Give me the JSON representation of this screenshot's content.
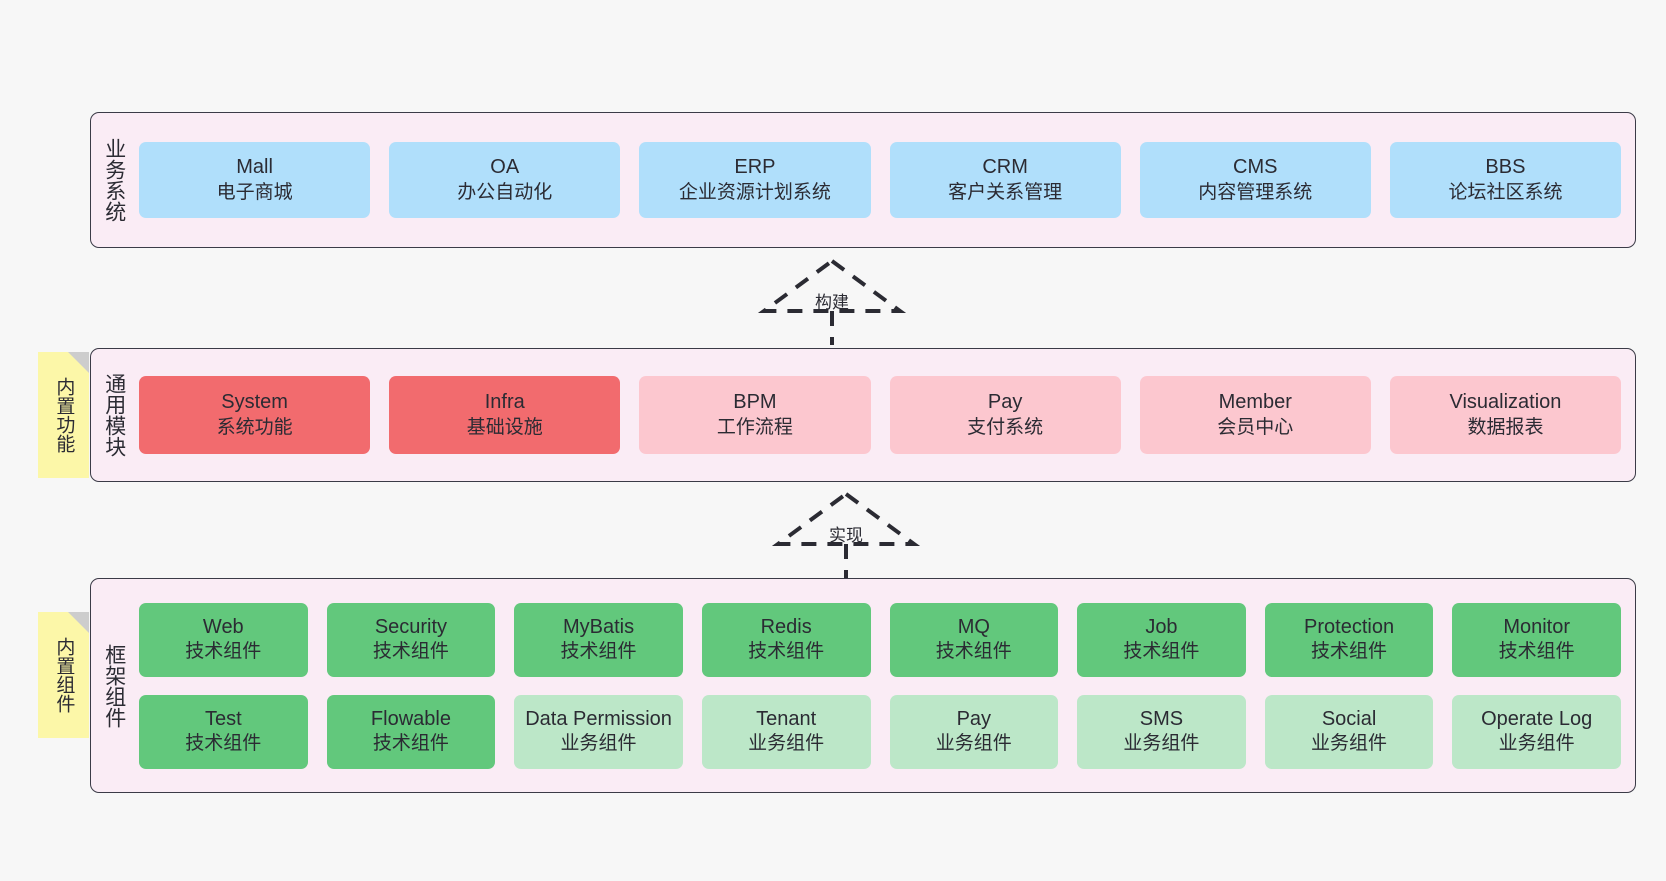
{
  "diagram": {
    "background_color": "#f7f7f7",
    "layers": [
      {
        "id": "business",
        "title": "业务系统",
        "panel_color": "#faecf5",
        "rows": [
          {
            "cards": [
              {
                "en": "Mall",
                "cn": "电子商城",
                "color": "#b0dffb",
                "style": "c-blue"
              },
              {
                "en": "OA",
                "cn": "办公自动化",
                "color": "#b0dffb",
                "style": "c-blue"
              },
              {
                "en": "ERP",
                "cn": "企业资源计划系统",
                "color": "#b0dffb",
                "style": "c-blue"
              },
              {
                "en": "CRM",
                "cn": "客户关系管理",
                "color": "#b0dffb",
                "style": "c-blue"
              },
              {
                "en": "CMS",
                "cn": "内容管理系统",
                "color": "#b0dffb",
                "style": "c-blue"
              },
              {
                "en": "BBS",
                "cn": "论坛社区系统",
                "color": "#b0dffb",
                "style": "c-blue"
              }
            ]
          }
        ]
      },
      {
        "id": "common",
        "title": "通用模块",
        "panel_color": "#faecf5",
        "note": {
          "text": "内置功能",
          "color": "#fcf7a8"
        },
        "rows": [
          {
            "cards": [
              {
                "en": "System",
                "cn": "系统功能",
                "color": "#f26b6e",
                "style": "c-red"
              },
              {
                "en": "Infra",
                "cn": "基础设施",
                "color": "#f26b6e",
                "style": "c-red"
              },
              {
                "en": "BPM",
                "cn": "工作流程",
                "color": "#fcc7cf",
                "style": "c-pink"
              },
              {
                "en": "Pay",
                "cn": "支付系统",
                "color": "#fcc7cf",
                "style": "c-pink"
              },
              {
                "en": "Member",
                "cn": "会员中心",
                "color": "#fcc7cf",
                "style": "c-pink"
              },
              {
                "en": "Visualization",
                "cn": "数据报表",
                "color": "#fcc7cf",
                "style": "c-pink"
              }
            ]
          }
        ]
      },
      {
        "id": "framework",
        "title": "框架组件",
        "panel_color": "#faecf5",
        "note": {
          "text": "内置组件",
          "color": "#fcf7a8"
        },
        "rows": [
          {
            "cards": [
              {
                "en": "Web",
                "cn": "技术组件",
                "color": "#62c87c",
                "style": "c-green"
              },
              {
                "en": "Security",
                "cn": "技术组件",
                "color": "#62c87c",
                "style": "c-green"
              },
              {
                "en": "MyBatis",
                "cn": "技术组件",
                "color": "#62c87c",
                "style": "c-green"
              },
              {
                "en": "Redis",
                "cn": "技术组件",
                "color": "#62c87c",
                "style": "c-green"
              },
              {
                "en": "MQ",
                "cn": "技术组件",
                "color": "#62c87c",
                "style": "c-green"
              },
              {
                "en": "Job",
                "cn": "技术组件",
                "color": "#62c87c",
                "style": "c-green"
              },
              {
                "en": "Protection",
                "cn": "技术组件",
                "color": "#62c87c",
                "style": "c-green"
              },
              {
                "en": "Monitor",
                "cn": "技术组件",
                "color": "#62c87c",
                "style": "c-green"
              }
            ]
          },
          {
            "cards": [
              {
                "en": "Test",
                "cn": "技术组件",
                "color": "#62c87c",
                "style": "c-green"
              },
              {
                "en": "Flowable",
                "cn": "技术组件",
                "color": "#62c87c",
                "style": "c-green"
              },
              {
                "en": "Data Permission",
                "cn": "业务组件",
                "color": "#bce7c8",
                "style": "c-greenlight"
              },
              {
                "en": "Tenant",
                "cn": "业务组件",
                "color": "#bce7c8",
                "style": "c-greenlight"
              },
              {
                "en": "Pay",
                "cn": "业务组件",
                "color": "#bce7c8",
                "style": "c-greenlight"
              },
              {
                "en": "SMS",
                "cn": "业务组件",
                "color": "#bce7c8",
                "style": "c-greenlight"
              },
              {
                "en": "Social",
                "cn": "业务组件",
                "color": "#bce7c8",
                "style": "c-greenlight"
              },
              {
                "en": "Operate Log",
                "cn": "业务组件",
                "color": "#bce7c8",
                "style": "c-greenlight"
              }
            ]
          }
        ]
      }
    ],
    "connectors": [
      {
        "id": "build",
        "label": "构建",
        "style": "dashed-hollow-triangle",
        "direction": "up"
      },
      {
        "id": "impl",
        "label": "实现",
        "style": "dashed-hollow-triangle",
        "direction": "up"
      }
    ]
  }
}
